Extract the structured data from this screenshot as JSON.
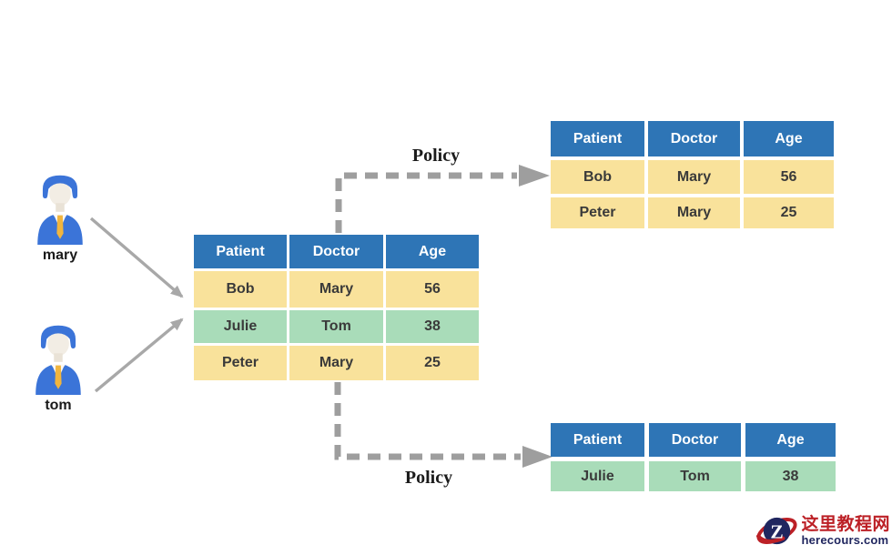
{
  "diagram": {
    "users": [
      {
        "name": "mary"
      },
      {
        "name": "tom"
      }
    ],
    "policy_arrows": {
      "top_label": "Policy",
      "bottom_label": "Policy"
    },
    "tables": {
      "source": {
        "headers": [
          "Patient",
          "Doctor",
          "Age"
        ],
        "rows": [
          {
            "cells": [
              "Bob",
              "Mary",
              "56"
            ],
            "variant": "yellow"
          },
          {
            "cells": [
              "Julie",
              "Tom",
              "38"
            ],
            "variant": "green"
          },
          {
            "cells": [
              "Peter",
              "Mary",
              "25"
            ],
            "variant": "yellow"
          }
        ]
      },
      "mary_view": {
        "headers": [
          "Patient",
          "Doctor",
          "Age"
        ],
        "rows": [
          {
            "cells": [
              "Bob",
              "Mary",
              "56"
            ],
            "variant": "yellow"
          },
          {
            "cells": [
              "Peter",
              "Mary",
              "25"
            ],
            "variant": "yellow"
          }
        ]
      },
      "tom_view": {
        "headers": [
          "Patient",
          "Doctor",
          "Age"
        ],
        "rows": [
          {
            "cells": [
              "Julie",
              "Tom",
              "38"
            ],
            "variant": "green"
          }
        ]
      }
    }
  },
  "watermark": {
    "site_name": "这里教程网",
    "site_url": "herecours.com",
    "logo_letter": "Z"
  },
  "colors": {
    "header_blue": "#2E75B6",
    "row_yellow": "#F9E29B",
    "row_green": "#A9DCB9",
    "cell_text": "#3A3A3A",
    "solid_arrow_gray": "#A8A8A8",
    "dash_arrow_gray": "#9E9E9E",
    "suit_blue": "#3B74D8",
    "tie_yellow": "#F1B53E",
    "face_tone": "#F2EDE4",
    "watermark_red": "#BC2026",
    "watermark_navy": "#20265F"
  }
}
